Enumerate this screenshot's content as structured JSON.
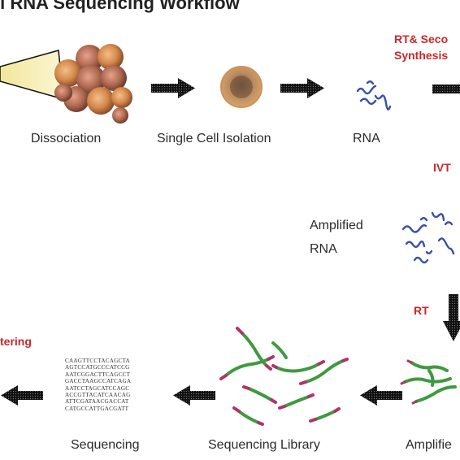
{
  "title": "ll RNA Sequencing Workflow",
  "labels": {
    "dissociation": "Dissociation",
    "single_cell": "Single Cell Isolation",
    "rna": "RNA",
    "amplified_rna_line1": "Amplified",
    "amplified_rna_line2": "RNA",
    "sequencing": "Sequencing",
    "sequencing_library": "Sequencing Library",
    "amplified_partial": "Amplifie"
  },
  "steps": {
    "rt_second_line1": "RT& Seco",
    "rt_second_line2": "Synthesis",
    "ivt": "IVT",
    "rt": "RT",
    "clustering_partial": "tering"
  },
  "sequence_lines": [
    "CAAGTTCCTACAGCTA",
    "AGTCCATGCCCATCCG",
    "AATCGGACTTCAGCCT",
    "GACCTAAGCCATCAGA",
    "AATCCTAGCATCCAGC",
    "ACCGTTACATCAACAG",
    "ATTCGATAACGACCAT",
    "CATGCCATTGACGATT"
  ],
  "colors": {
    "accent_red": "#c8282a",
    "rna_blue": "#3a4fa8",
    "library_green": "#3f9a3f",
    "library_pink": "#b0346a",
    "arrow_black": "#111111"
  }
}
